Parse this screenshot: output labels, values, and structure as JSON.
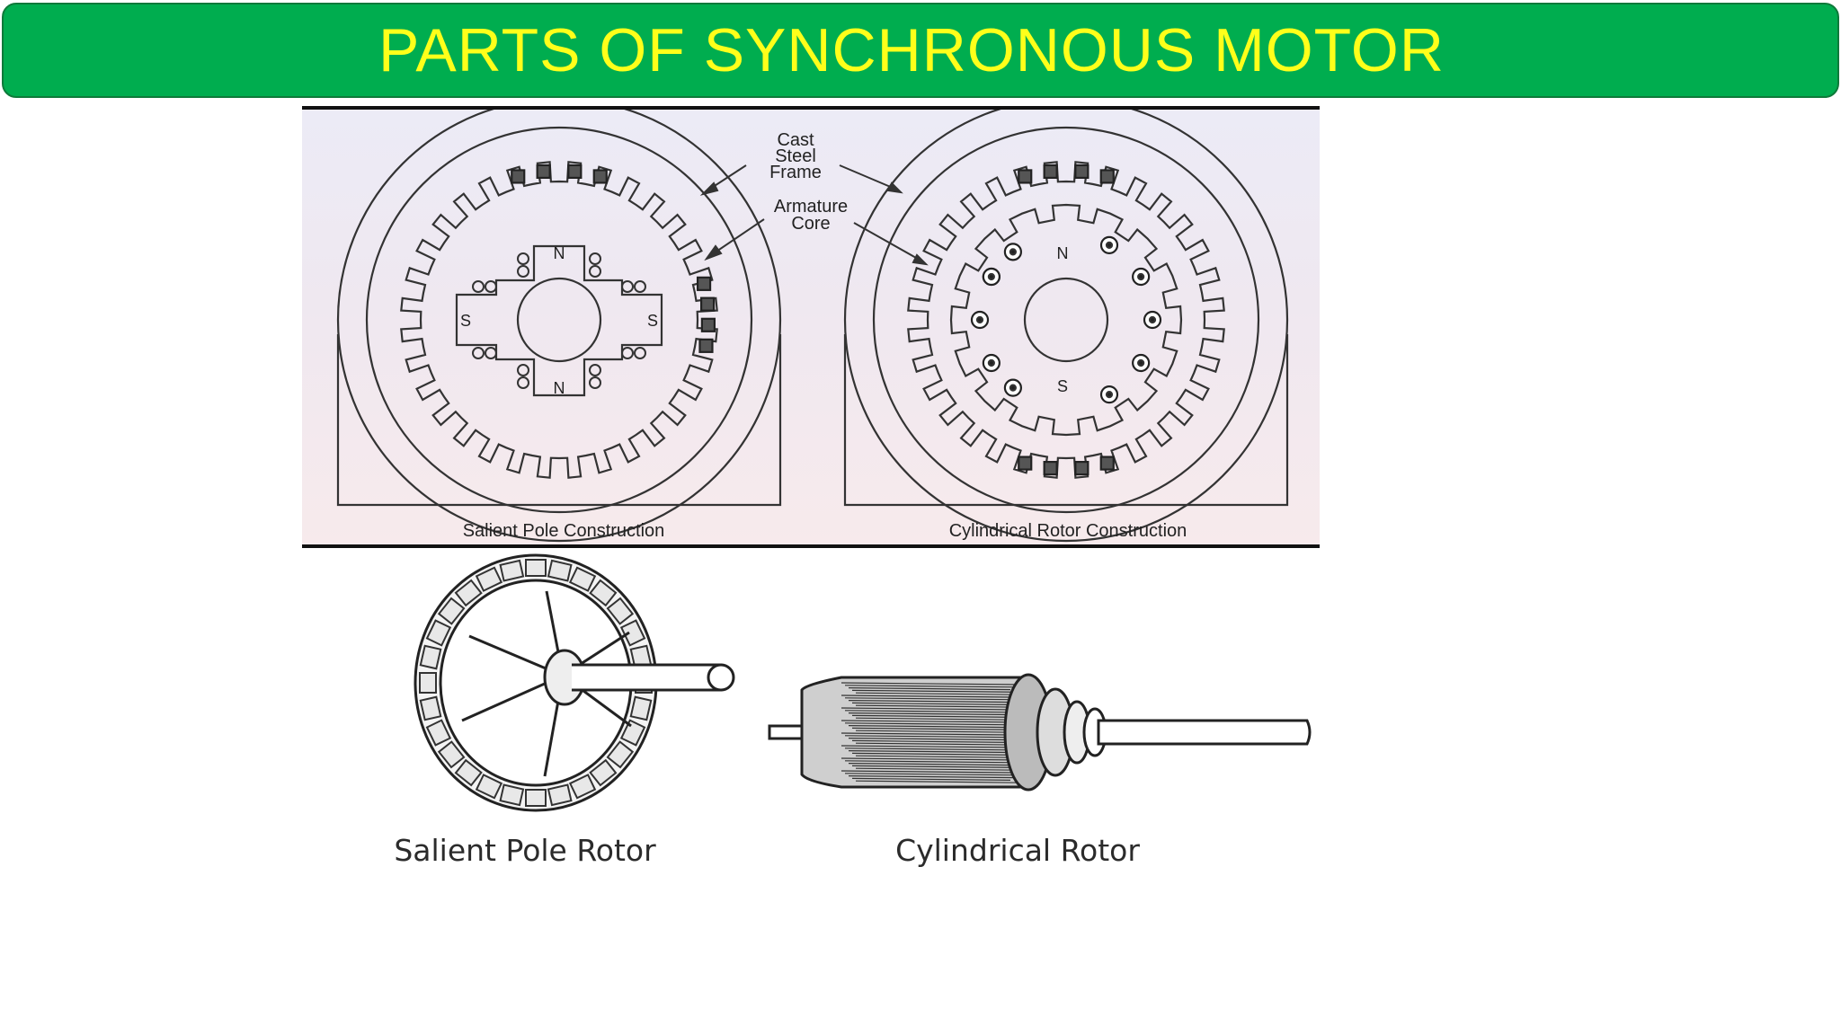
{
  "colors": {
    "banner": "#00ad4f",
    "title_text": "#ffff1a"
  },
  "title": "PARTS OF SYNCHRONOUS MOTOR",
  "diagram": {
    "label_frame_1": "Cast",
    "label_frame_2": "Steel",
    "label_frame_3": "Frame",
    "label_core_1": "Armature",
    "label_core_2": "Core",
    "left_caption": "Salient Pole Construction",
    "right_caption": "Cylindrical Rotor Construction",
    "pole_n": "N",
    "pole_s": "S"
  },
  "rotors": {
    "salient_caption": "Salient Pole Rotor",
    "cylindrical_caption": "Cylindrical Rotor"
  }
}
